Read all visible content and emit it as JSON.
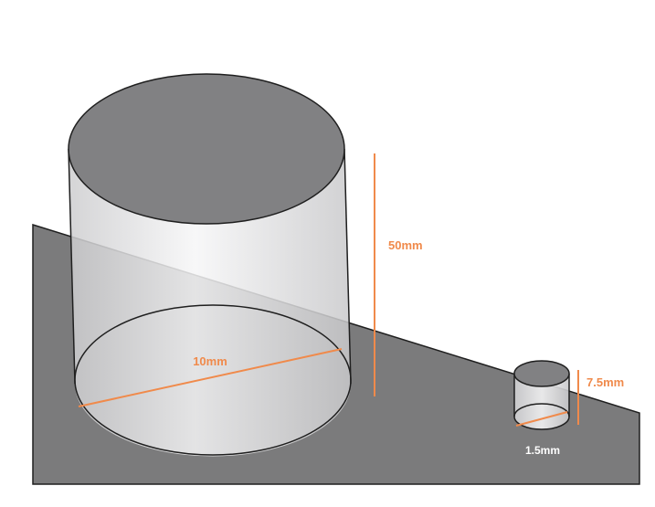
{
  "colors": {
    "background": "#ffffff",
    "surface": "#7b7b7c",
    "cylinder_top": "#818183",
    "outline": "#1f1f1f",
    "accent": "#f08a4b",
    "white_label": "#ffffff"
  },
  "large_cylinder": {
    "height_label": "50mm",
    "diameter_label": "10mm"
  },
  "small_cylinder": {
    "height_label": "7.5mm",
    "diameter_label": "1.5mm"
  }
}
